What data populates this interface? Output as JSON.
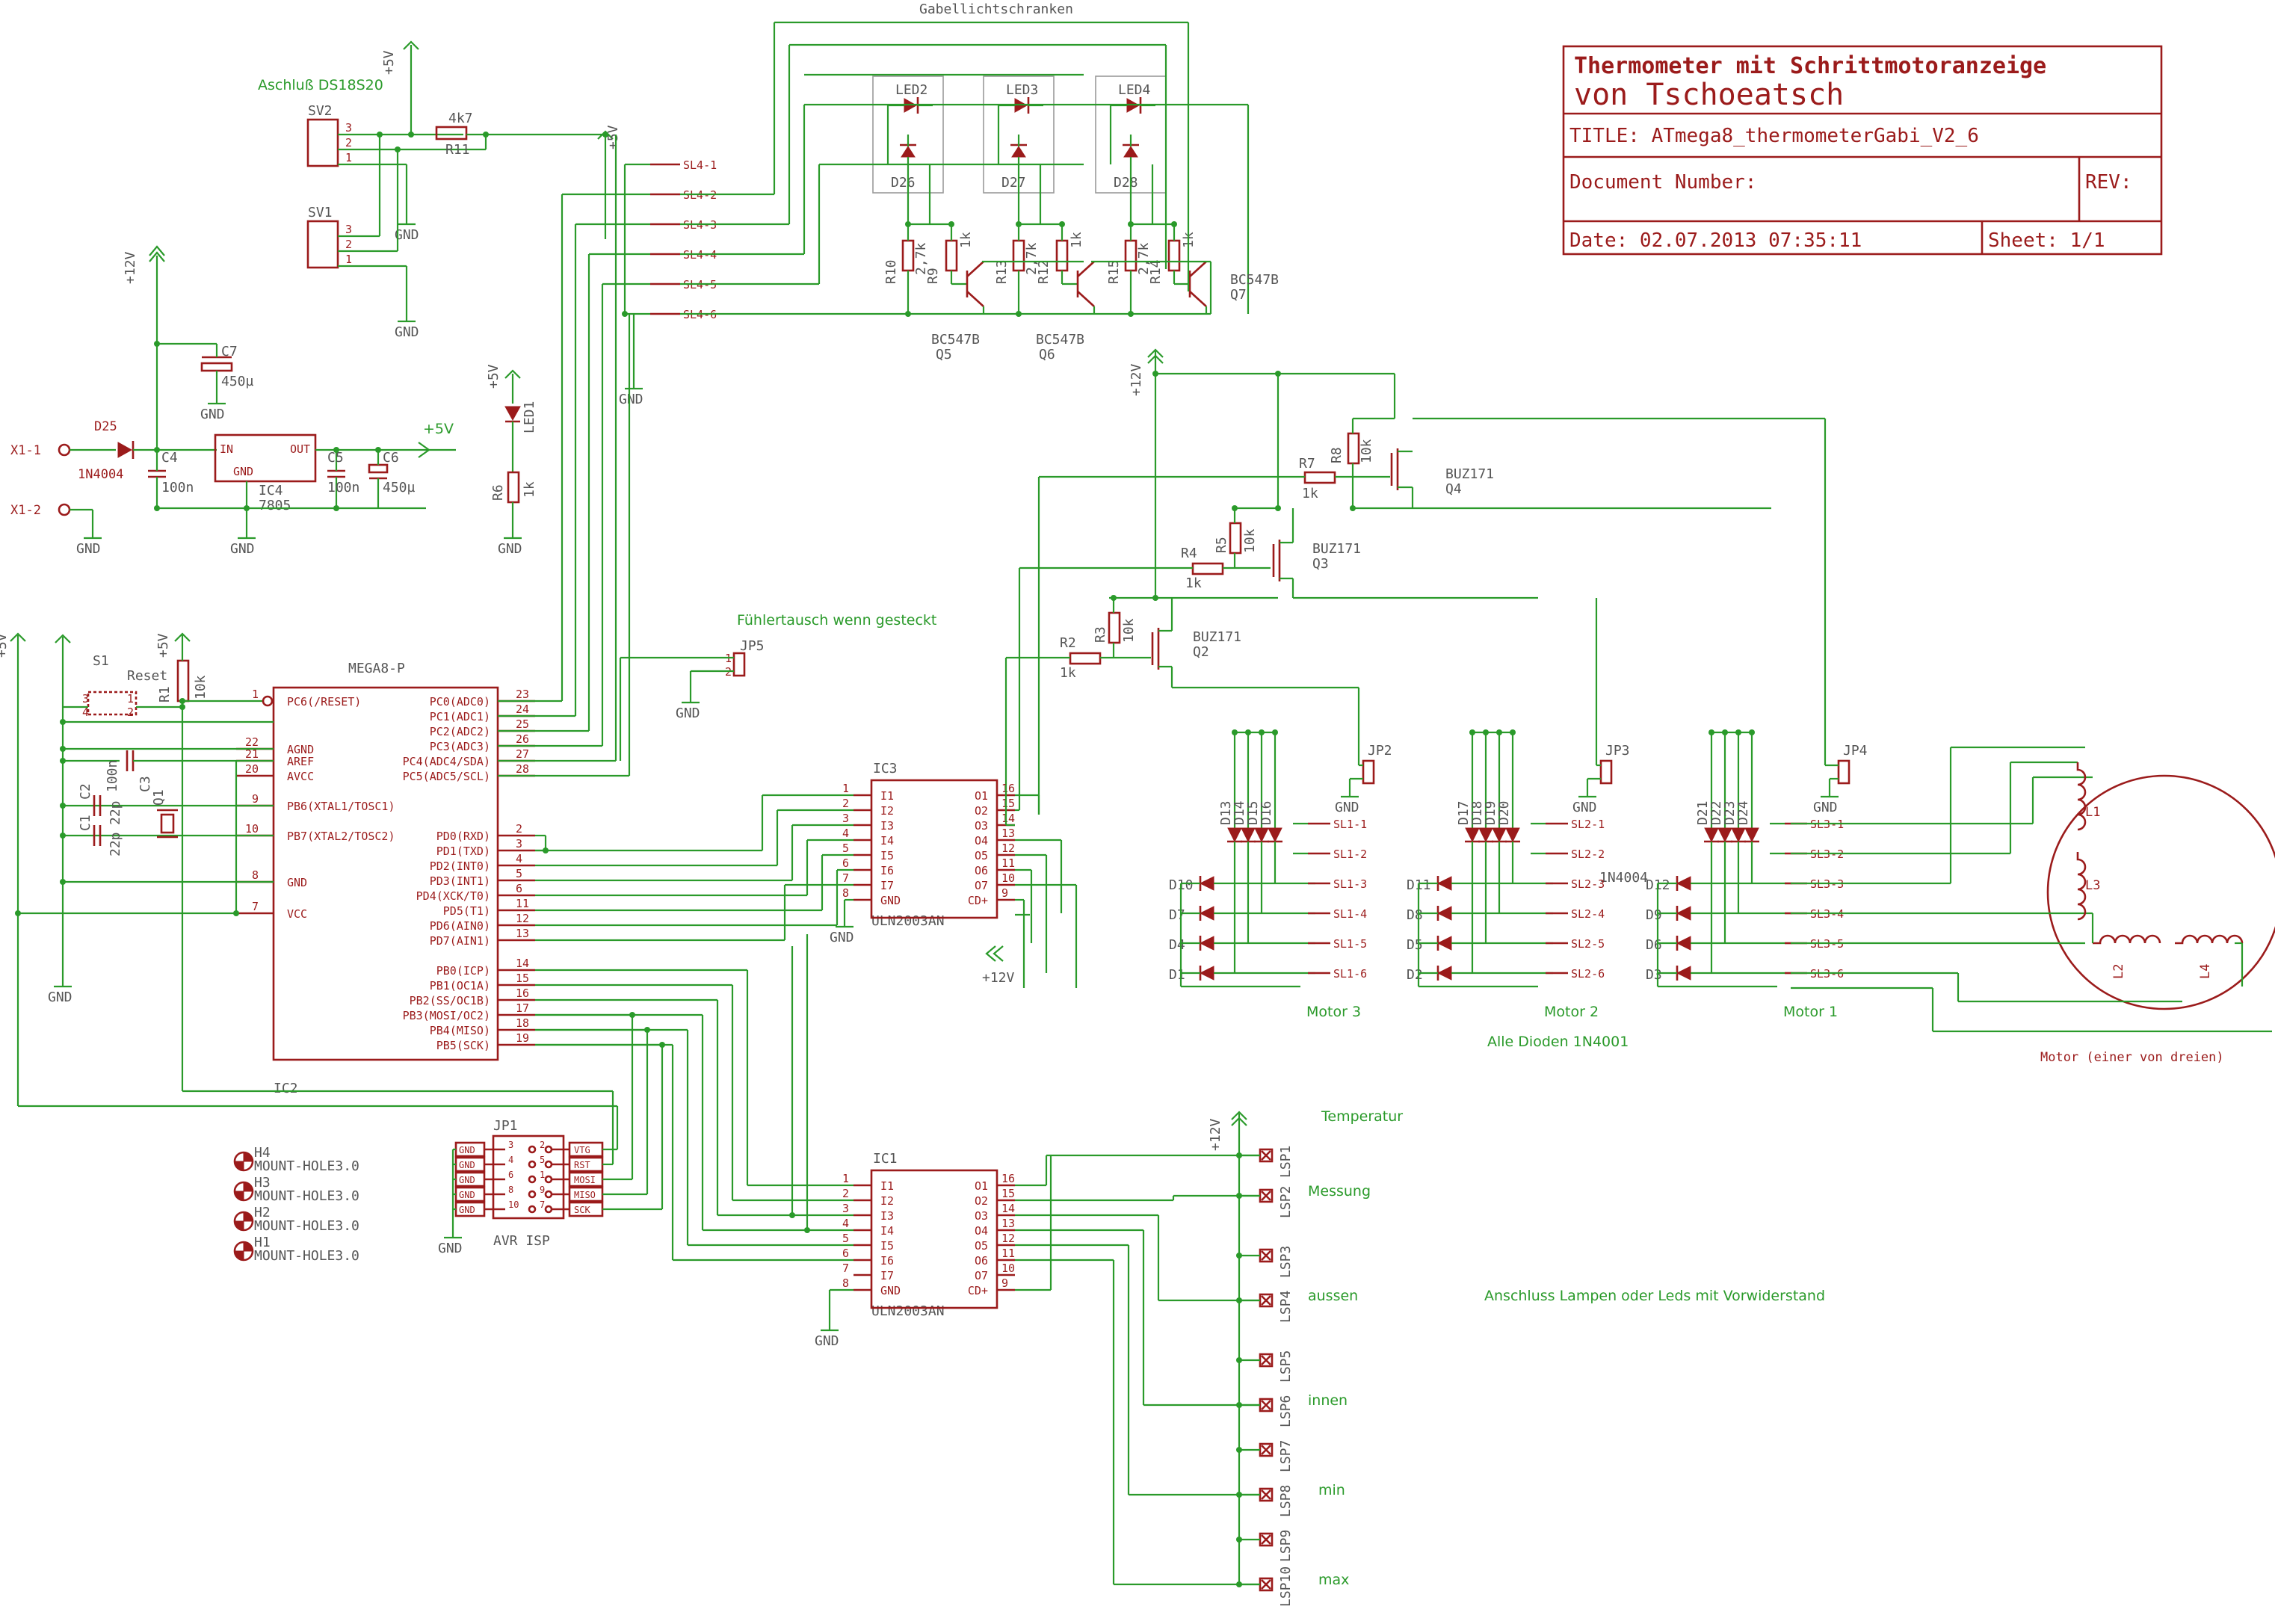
{
  "title_block": {
    "line1": "Thermometer mit Schrittmotoranzeige",
    "line2": "von Tschoeatsch",
    "title": "TITLE:  ATmega8_thermometerGabi_V2_6",
    "doc": "Document Number:",
    "rev": "REV:",
    "date": "Date: 02.07.2013 07:35:11",
    "sheet": "Sheet: 1/1"
  },
  "notes": {
    "gabel": "Gabellichtschranken",
    "ds18s20": "Aschluß DS18S20",
    "fuehler": "Fühlertausch wenn gesteckt",
    "dioden": "Alle Dioden 1N4001",
    "lampen": "Anschluss Lampen oder Leds mit Vorwiderstand",
    "motor": "Motor (einer von dreien)",
    "motor1": "Motor 1",
    "motor2": "Motor 2",
    "motor3": "Motor 3",
    "temperatur": "Temperatur",
    "messung": "Messung",
    "aussen": "aussen",
    "innen": "innen",
    "min": "min",
    "max": "max"
  },
  "mcu": {
    "name": "MEGA8-P",
    "ref": "IC2",
    "left_pins": [
      {
        "num": "1",
        "label": "PC6(/RESET)"
      },
      {
        "num": "22",
        "label": "AGND"
      },
      {
        "num": "21",
        "label": "AREF"
      },
      {
        "num": "20",
        "label": "AVCC"
      },
      {
        "num": "9",
        "label": "PB6(XTAL1/TOSC1)"
      },
      {
        "num": "10",
        "label": "PB7(XTAL2/TOSC2)"
      },
      {
        "num": "8",
        "label": "GND"
      },
      {
        "num": "7",
        "label": "VCC"
      }
    ],
    "right_pins": [
      {
        "num": "23",
        "label": "PC0(ADC0)"
      },
      {
        "num": "24",
        "label": "PC1(ADC1)"
      },
      {
        "num": "25",
        "label": "PC2(ADC2)"
      },
      {
        "num": "26",
        "label": "PC3(ADC3)"
      },
      {
        "num": "27",
        "label": "PC4(ADC4/SDA)"
      },
      {
        "num": "28",
        "label": "PC5(ADC5/SCL)"
      },
      {
        "num": "2",
        "label": "PD0(RXD)"
      },
      {
        "num": "3",
        "label": "PD1(TXD)"
      },
      {
        "num": "4",
        "label": "PD2(INT0)"
      },
      {
        "num": "5",
        "label": "PD3(INT1)"
      },
      {
        "num": "6",
        "label": "PD4(XCK/T0)"
      },
      {
        "num": "11",
        "label": "PD5(T1)"
      },
      {
        "num": "12",
        "label": "PD6(AIN0)"
      },
      {
        "num": "13",
        "label": "PD7(AIN1)"
      },
      {
        "num": "14",
        "label": "PB0(ICP)"
      },
      {
        "num": "15",
        "label": "PB1(OC1A)"
      },
      {
        "num": "16",
        "label": "PB2(SS/OC1B)"
      },
      {
        "num": "17",
        "label": "PB3(MOSI/OC2)"
      },
      {
        "num": "18",
        "label": "PB4(MISO)"
      },
      {
        "num": "19",
        "label": "PB5(SCK)"
      }
    ]
  },
  "uln": {
    "part": "ULN2003AN",
    "ic3": "IC3",
    "ic1": "IC1",
    "in_labels": [
      "I1",
      "I2",
      "I3",
      "I4",
      "I5",
      "I6",
      "I7",
      "GND"
    ],
    "out_labels": [
      "O1",
      "O2",
      "O3",
      "O4",
      "O5",
      "O6",
      "O7",
      "CD+"
    ],
    "in_nums": [
      "1",
      "2",
      "3",
      "4",
      "5",
      "6",
      "7",
      "8"
    ],
    "out_nums": [
      "16",
      "15",
      "14",
      "13",
      "12",
      "11",
      "10",
      "9"
    ]
  },
  "sl4": [
    "SL4-1",
    "SL4-2",
    "SL4-3",
    "SL4-4",
    "SL4-5",
    "SL4-6"
  ],
  "sl1": [
    "SL1-1",
    "SL1-2",
    "SL1-3",
    "SL1-4",
    "SL1-5",
    "SL1-6"
  ],
  "sl2": [
    "SL2-1",
    "SL2-2",
    "SL2-3",
    "SL2-4",
    "SL2-5",
    "SL2-6"
  ],
  "sl3": [
    "SL3-1",
    "SL3-2",
    "SL3-3",
    "SL3-4",
    "SL3-5",
    "SL3-6"
  ],
  "lsp": [
    "LSP10",
    "LSP9",
    "LSP8",
    "LSP7",
    "LSP6",
    "LSP5",
    "LSP4",
    "LSP3",
    "LSP2",
    "LSP1"
  ],
  "isp": {
    "ref": "JP1",
    "name": "AVR ISP",
    "left": [
      "GND",
      "GND",
      "GND",
      "GND",
      "GND"
    ],
    "right": [
      "VTG",
      "RST",
      "MOSI",
      "MISO",
      "SCK"
    ],
    "pins_l": [
      "3",
      "4",
      "6",
      "8",
      "10"
    ],
    "pins_r": [
      "2",
      "5",
      "1",
      "9",
      "7"
    ]
  },
  "holes": [
    {
      "ref": "H4",
      "label": "MOUNT-HOLE3.0"
    },
    {
      "ref": "H3",
      "label": "MOUNT-HOLE3.0"
    },
    {
      "ref": "H2",
      "label": "MOUNT-HOLE3.0"
    },
    {
      "ref": "H1",
      "label": "MOUNT-HOLE3.0"
    }
  ],
  "labels": {
    "gnd": "GND",
    "v5": "+5V",
    "v12": "+12V",
    "x11": "X1-1",
    "x12": "X1-2",
    "d25": "D25",
    "d25v": "1N4004",
    "c4": "C4",
    "c4v": "100n",
    "ic4": "IC4",
    "ic4v": "7805",
    "ic4in": "IN",
    "ic4out": "OUT",
    "ic4gnd": "GND",
    "c5": "C5",
    "c5v": "100n",
    "c6": "C6",
    "c6v": "450µ",
    "c7": "C7",
    "c7v": "450µ",
    "r11": "R11",
    "r11v": "4k7",
    "sv1": "SV1",
    "sv2": "SV2",
    "led1": "LED1",
    "r6": "R6",
    "r6v": "1k",
    "s1": "S1",
    "reset": "Reset",
    "r1": "R1",
    "r1v": "10k",
    "c3": "C3",
    "c3v": "100n",
    "c2": "C2",
    "c2v": "22p",
    "c1": "C1",
    "c1v": "22p",
    "q1": "Q1",
    "jp5": "JP5",
    "jp2": "JP2",
    "jp3": "JP3",
    "jp4": "JP4",
    "led2": "LED2",
    "led3": "LED3",
    "led4": "LED4",
    "d26": "D26",
    "d27": "D27",
    "d28": "D28",
    "r9": "R9",
    "r10": "R10",
    "r12": "R12",
    "r13": "R13",
    "r14": "R14",
    "r15": "R15",
    "r2k7": "2,7k",
    "r1k": "1k",
    "q5": "Q5",
    "q6": "Q6",
    "q7": "Q7",
    "bc547": "BC547B",
    "q2": "Q2",
    "q3": "Q3",
    "q4": "Q4",
    "buz": "BUZ171",
    "r2": "R2",
    "r3": "R3",
    "r4": "R4",
    "r5": "R5",
    "r7": "R7",
    "r8": "R8",
    "r10k": "10k",
    "d1n4004": "1N4004",
    "l1": "L1",
    "l2": "L2",
    "l3": "L3",
    "l4": "L4"
  },
  "diodes_m3": [
    "D13",
    "D14",
    "D15",
    "D16",
    "D10",
    "D7",
    "D4",
    "D1"
  ],
  "diodes_m2": [
    "D17",
    "D18",
    "D19",
    "D20",
    "D11",
    "D8",
    "D5",
    "D2"
  ],
  "diodes_m1": [
    "D21",
    "D22",
    "D23",
    "D24",
    "D12",
    "D9",
    "D6",
    "D3"
  ]
}
